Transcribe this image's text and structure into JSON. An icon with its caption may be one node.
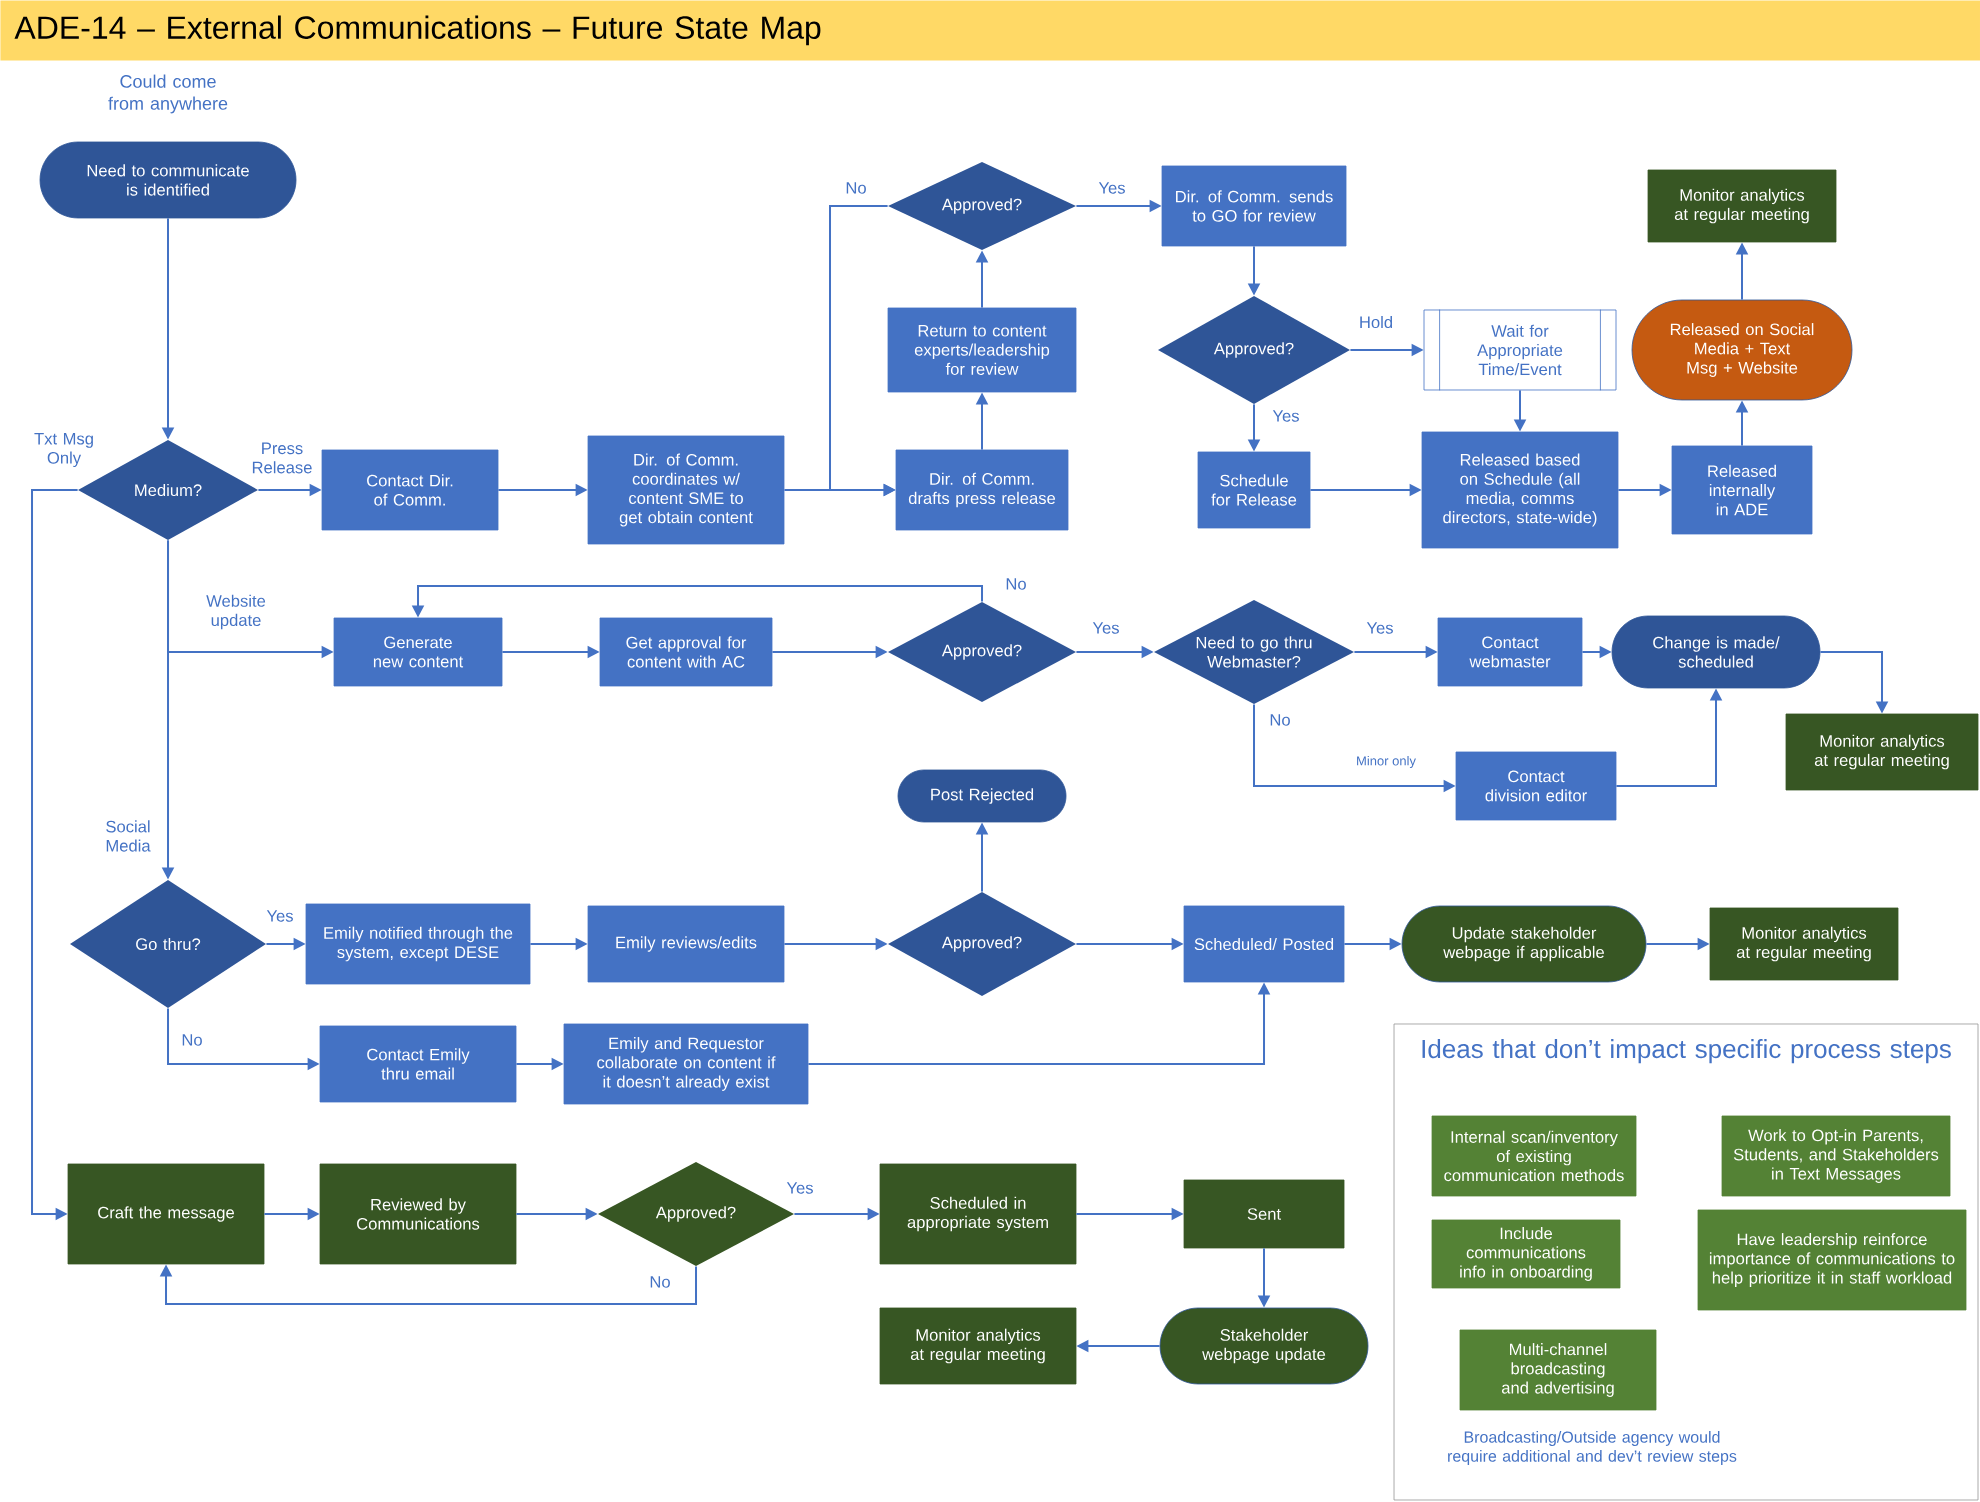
{
  "diagram": {
    "title": "ADE-14 – External Communications – Future State Map",
    "nodes": [
      {
        "text": [
          "Need to communicate is identified"
        ],
        "beside": [
          "Could come from anywhere"
        ]
      },
      {
        "text": [
          "Medium?"
        ]
      },
      {
        "text": [
          "Contact Dir. of Comm."
        ]
      },
      {
        "text": [
          "Dir. of Comm. coordinates w/ content SME to get obtain content"
        ]
      },
      {
        "text": [
          "Dir. of Comm. drafts press release"
        ]
      },
      {
        "text": [
          "Return to content experts/leadership for review"
        ]
      },
      {
        "text": [
          "Approved?"
        ]
      },
      {
        "text": [
          "Dir. of Comm. sends to GO for review"
        ]
      },
      {
        "text": [
          "Approved?"
        ]
      },
      {
        "text": [
          "Wait for Appropriate Time/Event"
        ]
      },
      {
        "text": [
          "Schedule for Release"
        ]
      },
      {
        "text": [
          "Released based on Schedule (all media, comms directors, state-wide)"
        ]
      },
      {
        "text": [
          "Released internally in ADE"
        ]
      },
      {
        "text": [
          "Released on Social Media + Text Msg + Website"
        ]
      },
      {
        "text": [
          "Monitor analytics at regular meeting"
        ]
      },
      {
        "text": [
          "Generate new content"
        ]
      },
      {
        "text": [
          "Get approval for content with AC"
        ]
      },
      {
        "text": [
          "Approved?"
        ]
      },
      {
        "text": [
          "Need to go thru Webmaster?"
        ]
      },
      {
        "text": [
          "Contact webmaster"
        ]
      },
      {
        "text": [
          "Change is made/ scheduled"
        ]
      },
      {
        "text": [
          "Monitor analytics at regular meeting"
        ]
      },
      {
        "text": [
          "Contact division editor"
        ]
      },
      {
        "text": [
          "Post Rejected"
        ]
      },
      {
        "text": [
          "Go thru?"
        ]
      },
      {
        "text": [
          "Emily notified through the system, except DESE"
        ]
      },
      {
        "text": [
          "Emily reviews/edits"
        ]
      },
      {
        "text": [
          "Approved?"
        ]
      },
      {
        "text": [
          "Scheduled/ Posted"
        ]
      },
      {
        "text": [
          "Update stakeholder webpage if applicable"
        ]
      },
      {
        "text": [
          "Monitor analytics at regular meeting"
        ]
      },
      {
        "text": [
          "Contact Emily thru email"
        ]
      },
      {
        "text": [
          "Emily and Requestor collaborate on content if it doesn’t already exist"
        ]
      },
      {
        "text": [
          "Craft the message"
        ]
      },
      {
        "text": [
          "Reviewed by Communications"
        ]
      },
      {
        "text": [
          "Approved?"
        ]
      },
      {
        "text": [
          "Scheduled in appropriate system"
        ]
      },
      {
        "text": [
          "Sent"
        ]
      },
      {
        "text": [
          "Stakeholder webpage update"
        ]
      },
      {
        "text": [
          "Monitor analytics at regular meeting"
        ]
      },
      {
        "text": [
          "Ideas that don’t impact specific process steps",
          "Broadcasting/Outside agency would require additional and dev’t review steps"
        ]
      },
      {
        "text": [
          "Internal scan/inventory of existing communication methods"
        ],
        "in": 40
      },
      {
        "text": [
          "Work to Opt-in Parents, Students, and Stakeholders in Text Messages"
        ],
        "in": 40
      },
      {
        "text": [
          "Include communications info in onboarding"
        ],
        "in": 40
      },
      {
        "text": [
          "Have leadership reinforce importance of communications to help prioritize it in staff workload"
        ],
        "in": 40
      },
      {
        "text": [
          "Multi-channel broadcasting and advertising"
        ],
        "in": 40
      }
    ],
    "edges": [
      {
        "from": 0,
        "to": 1,
        "arrow": "to"
      },
      {
        "from": 1,
        "to": 2,
        "arrow": "to",
        "label": "Press Release"
      },
      {
        "from": 2,
        "to": 3,
        "arrow": "to"
      },
      {
        "from": 3,
        "to": 4,
        "arrow": "to"
      },
      {
        "from": 6,
        "to": 4,
        "arrow": "to",
        "label": "No"
      },
      {
        "from": 4,
        "to": 5,
        "arrow": "to"
      },
      {
        "from": 5,
        "to": 6,
        "arrow": "to"
      },
      {
        "from": 6,
        "to": 7,
        "arrow": "to",
        "label": "Yes"
      },
      {
        "from": 7,
        "to": 8,
        "arrow": "to"
      },
      {
        "from": 8,
        "to": 9,
        "arrow": "to",
        "label": "Hold"
      },
      {
        "from": 8,
        "to": 10,
        "arrow": "to",
        "label": "Yes"
      },
      {
        "from": 9,
        "to": 11,
        "arrow": "to"
      },
      {
        "from": 10,
        "to": 11,
        "arrow": "to"
      },
      {
        "from": 11,
        "to": 12,
        "arrow": "to"
      },
      {
        "from": 12,
        "to": 13,
        "arrow": "to"
      },
      {
        "from": 13,
        "to": 14,
        "arrow": "to"
      },
      {
        "from": 1,
        "to": 15,
        "arrow": "to",
        "label": "Website update"
      },
      {
        "from": 1,
        "to": 24,
        "arrow": "to",
        "label": "Social Media"
      },
      {
        "from": 1,
        "to": 33,
        "arrow": "to",
        "label": "Txt Msg Only"
      },
      {
        "from": 15,
        "to": 16,
        "arrow": "to"
      },
      {
        "from": 16,
        "to": 17,
        "arrow": "to"
      },
      {
        "from": 17,
        "to": 15,
        "arrow": "to",
        "label": "No"
      },
      {
        "from": 17,
        "to": 18,
        "arrow": "to",
        "label": "Yes"
      },
      {
        "from": 18,
        "to": 19,
        "arrow": "to",
        "label": "Yes"
      },
      {
        "from": 18,
        "to": 22,
        "arrow": "to",
        "label": "No"
      },
      {
        "from": 19,
        "to": 20,
        "arrow": "to"
      },
      {
        "from": 22,
        "to": 20,
        "arrow": "to"
      },
      {
        "from": 20,
        "to": 21,
        "arrow": "to"
      },
      {
        "from": 24,
        "to": 25,
        "arrow": "to",
        "label": "Yes"
      },
      {
        "from": 24,
        "to": 31,
        "arrow": "to",
        "label": "No"
      },
      {
        "from": 25,
        "to": 26,
        "arrow": "to"
      },
      {
        "from": 26,
        "to": 27,
        "arrow": "to"
      },
      {
        "from": 27,
        "to": 23,
        "arrow": "to"
      },
      {
        "from": 27,
        "to": 28,
        "arrow": "to"
      },
      {
        "from": 31,
        "to": 32,
        "arrow": "to"
      },
      {
        "from": 32,
        "to": 28,
        "arrow": "to"
      },
      {
        "from": 28,
        "to": 29,
        "arrow": "to"
      },
      {
        "from": 29,
        "to": 30,
        "arrow": "to"
      },
      {
        "from": 33,
        "to": 34,
        "arrow": "to"
      },
      {
        "from": 34,
        "to": 35,
        "arrow": "to"
      },
      {
        "from": 35,
        "to": 36,
        "arrow": "to",
        "label": "Yes"
      },
      {
        "from": 35,
        "to": 33,
        "arrow": "to",
        "label": "No"
      },
      {
        "from": 36,
        "to": 37,
        "arrow": "to"
      },
      {
        "from": 37,
        "to": 38,
        "arrow": "to"
      },
      {
        "from": 38,
        "to": 39,
        "arrow": "to"
      }
    ],
    "labels": [
      "Minor only"
    ]
  }
}
